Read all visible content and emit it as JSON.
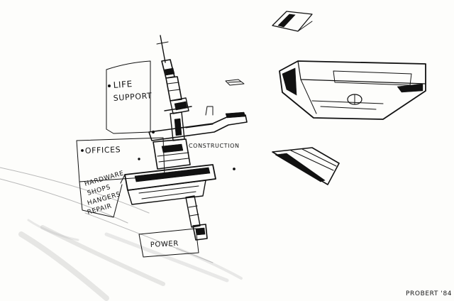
{
  "labels": {
    "life": "LIFE",
    "support": "SUPPORT",
    "offices": "OFFICES",
    "construction": "CONSTRUCTION",
    "hardware": "HARDWARE",
    "shops": "SHOPS",
    "hangers": "HANGERS",
    "repair": "REPAIR",
    "power": "POWER",
    "signature": "PROBERT '84"
  }
}
